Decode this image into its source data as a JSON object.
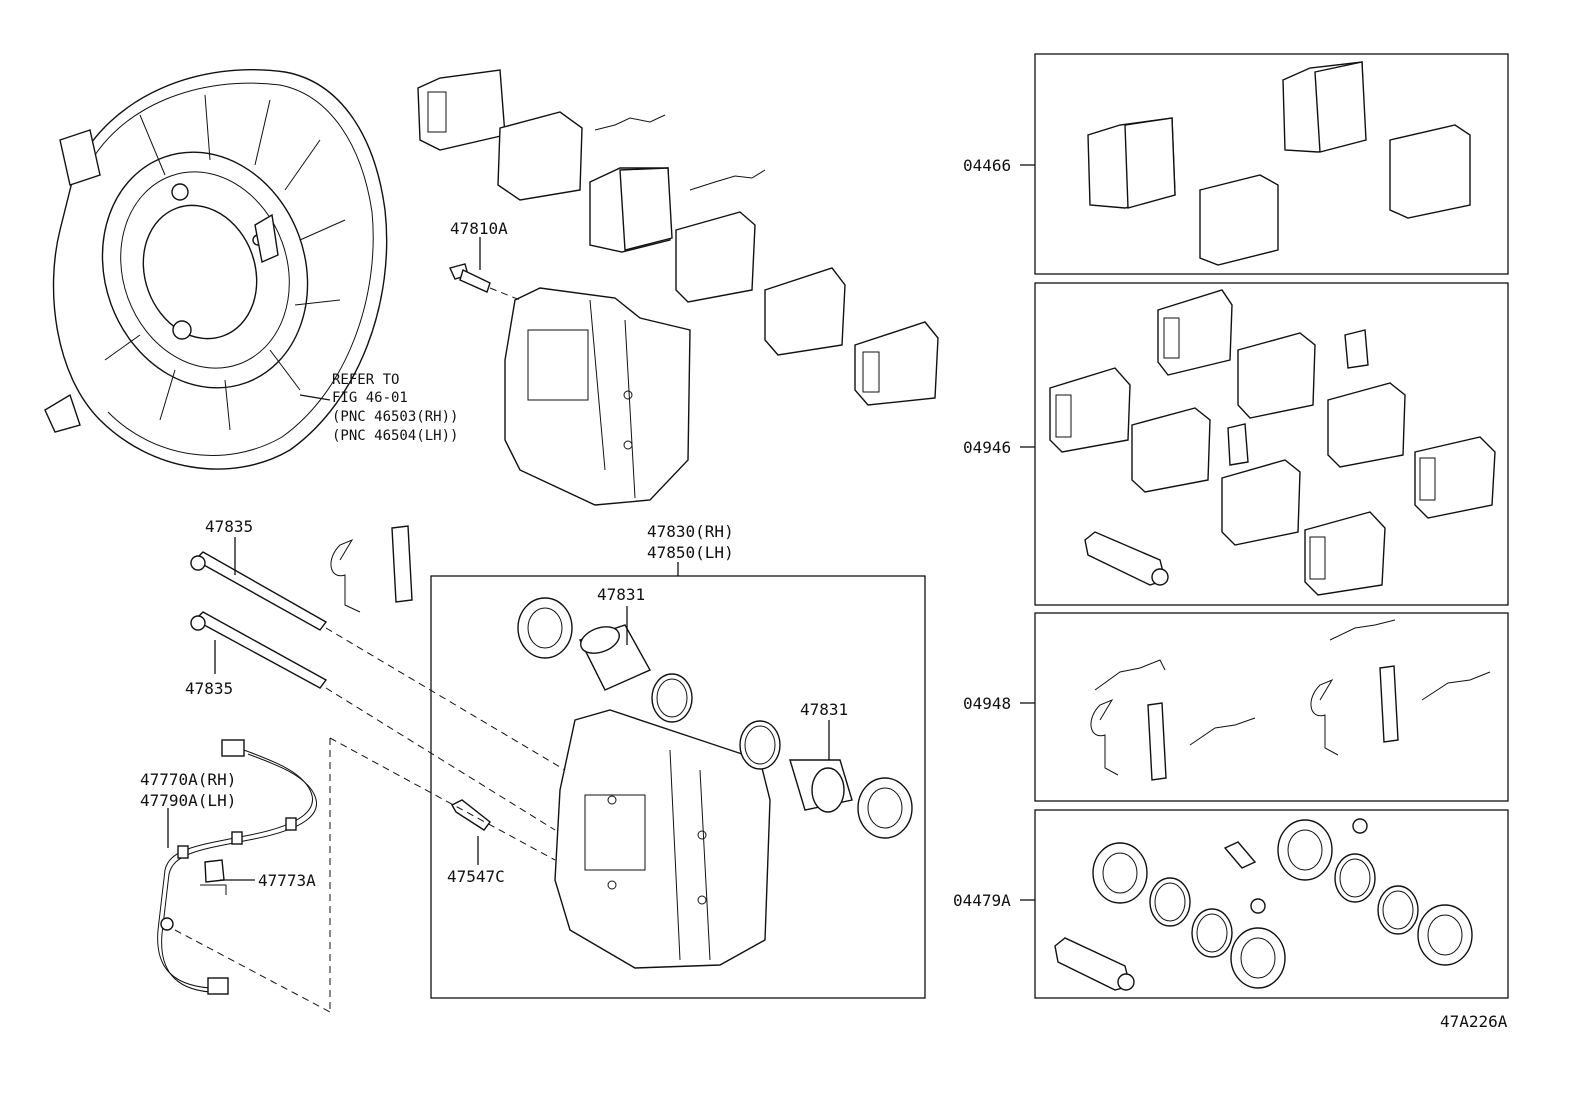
{
  "labels": {
    "p47810a": "47810A",
    "refer_1": "REFER TO",
    "refer_2": "FIG 46-01",
    "refer_3": "(PNC 46503(RH))",
    "refer_4": "(PNC 46504(LH))",
    "p47835_upper": "47835",
    "p47835_lower": "47835",
    "p47830": "47830(RH)",
    "p47850": "47850(LH)",
    "p47831_upper": "47831",
    "p47831_lower": "47831",
    "p47770a": "47770A(RH)",
    "p47790a": "47790A(LH)",
    "p47773a": "47773A",
    "p47547c": "47547C",
    "p04466": "04466",
    "p04946": "04946",
    "p04948": "04948",
    "p04479a": "04479A",
    "diagram_code": "47A226A"
  }
}
